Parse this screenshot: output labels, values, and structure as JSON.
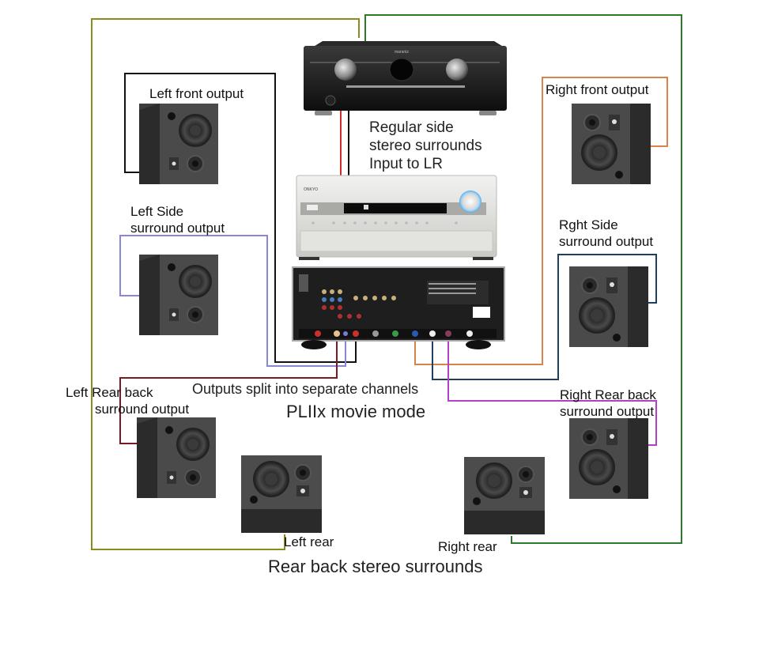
{
  "diagram": {
    "title": "Rear back stereo surrounds",
    "notes": {
      "regular_side": [
        "Regular side",
        "stereo surrounds",
        "Input to LR"
      ],
      "outputs_split": "Outputs split into separate channels",
      "mode": "PLIIx movie mode"
    },
    "devices": {
      "preamp": {
        "label": "",
        "brand": "marantz",
        "color": "#1b1b1b"
      },
      "receiver_front": {
        "brand": "ONKYO",
        "color": "#d9d9d6"
      },
      "receiver_back": {
        "color": "#1e1e1e"
      }
    },
    "speakers": [
      {
        "id": "left-front",
        "label": [
          "Left front output"
        ],
        "wire_color": "#111111"
      },
      {
        "id": "left-side",
        "label": [
          "Left Side",
          "surround output"
        ],
        "wire_color": "#8a86d6"
      },
      {
        "id": "left-rear-back",
        "label": [
          "Left Rear back",
          "surround output"
        ],
        "wire_color": "#7a1a24"
      },
      {
        "id": "left-rear",
        "label": [
          "Left rear"
        ],
        "wire_color": "#8c8c1e"
      },
      {
        "id": "right-front",
        "label": [
          "Right front output"
        ],
        "wire_color": "#d9824a"
      },
      {
        "id": "right-side",
        "label": [
          "Rght Side",
          "surround output"
        ],
        "wire_color": "#1f3f5e"
      },
      {
        "id": "right-rear-back",
        "label": [
          "Right Rear back",
          "surround output"
        ],
        "wire_color": "#b23fc8"
      },
      {
        "id": "right-rear",
        "label": [
          "Right rear"
        ],
        "wire_color": "#2a7a2a"
      }
    ],
    "link_colors": {
      "preamp_to_receiver_red": "#d42a2a",
      "preamp_to_receiver_black": "#111111"
    }
  }
}
